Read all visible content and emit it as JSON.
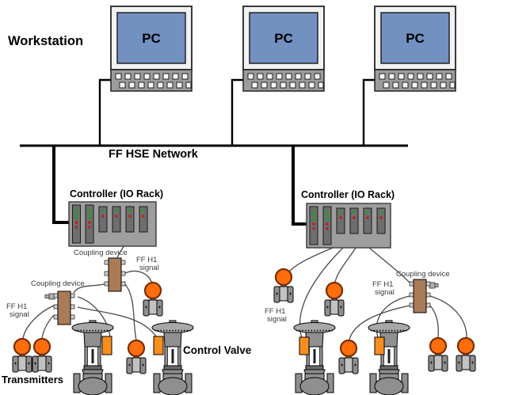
{
  "labels": {
    "workstation": "Workstation",
    "pc": "PC",
    "network": "FF HSE Network",
    "controller": "Controller (IO Rack)",
    "coupling_device": "Coupling device",
    "ff_h1_line1": "FF H1",
    "ff_h1_line2": "signal",
    "transmitters": "Transmitters",
    "control_valve": "Control Valve"
  },
  "summary": {
    "workstations": 3,
    "controllers": 2,
    "coupling_devices": 3,
    "transmitters": 9,
    "control_valves": 4,
    "ff_h1_signal_labels": 4
  },
  "colors": {
    "pc_screen_blue": "#7290C0",
    "pc_bezel": "#F2F2F2",
    "keyboard_gray": "#9C9C9C",
    "rack_gray": "#9E9E9E",
    "io_card_gray": "#6E6E6E",
    "led_green": "#1FA11F",
    "led_red": "#C41A1A",
    "coupling_brown": "#AA7B57",
    "transmitter_orange": "#FF6D0D",
    "transmitter_ring": "#7A2E00",
    "actuator_orange": "#F78E1E",
    "valve_metal_gray": "#8F8F8F",
    "wire_gray": "#4A4A4A"
  }
}
